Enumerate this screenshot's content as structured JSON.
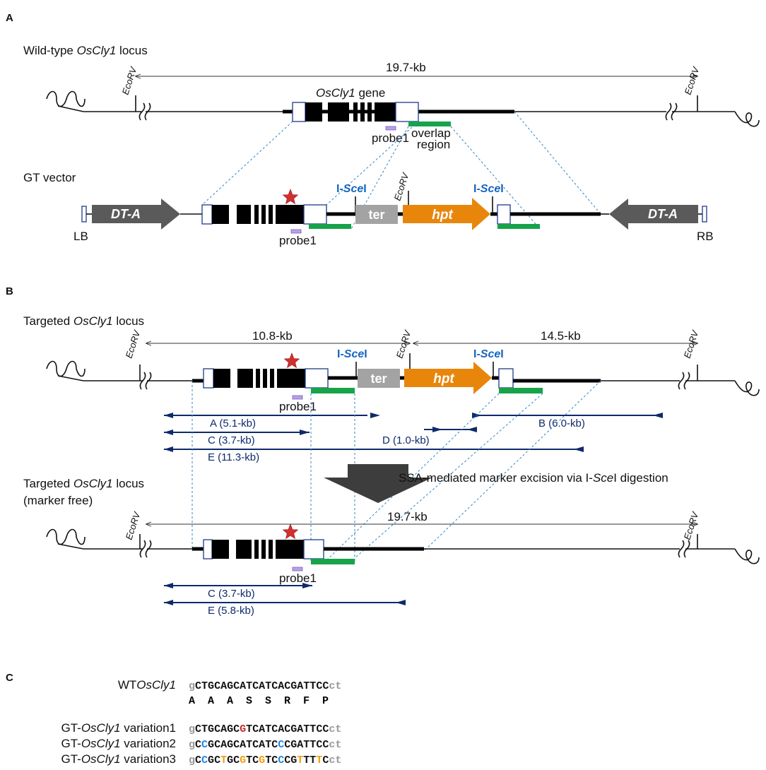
{
  "panels": {
    "a": "A",
    "b": "B",
    "c": "C"
  },
  "restriction_site": "EcoRV",
  "wt_locus": {
    "prefix": "Wild-type ",
    "gene": "OsCly1",
    "suffix": " locus",
    "size": "19.7-kb",
    "gene_label_gene": "OsCly1",
    "gene_label_suffix": " gene",
    "probe": "probe1",
    "overlap_1": "overlap",
    "overlap_2": "region"
  },
  "gt_vector": {
    "title": "GT vector",
    "dta": "DT-A",
    "lb": "LB",
    "rb": "RB",
    "sce_1": "I-",
    "sce_2": "Sce",
    "sce_3": "I",
    "ter": "ter",
    "hpt": "hpt",
    "probe": "probe1"
  },
  "targeted": {
    "prefix": "Targeted ",
    "gene": "OsCly1",
    "suffix": " locus",
    "size_left": "10.8-kb",
    "size_right": "14.5-kb",
    "probe": "probe1"
  },
  "primers": {
    "a": "A (5.1-kb)",
    "b": "B (6.0-kb)",
    "c": "C (3.7-kb)",
    "d": "D (1.0-kb)",
    "e": "E (11.3-kb)",
    "c2": "C (3.7-kb)",
    "e2": "E (5.8-kb)"
  },
  "excision": {
    "pre": "SSA-mediated marker excision via I-",
    "it": "Sce",
    "post": "I digestion"
  },
  "marker_free": {
    "line1_prefix": "Targeted ",
    "line1_gene": "OsCly1",
    "line1_suffix": " locus",
    "line2": "(marker free)",
    "size": "19.7-kb",
    "probe": "probe1"
  },
  "sequences": {
    "wt_label_prefix": "WT",
    "wt_label_gene": "OsCly1",
    "var_prefix": "GT-",
    "var_gene": "OsCly1",
    "rows": [
      {
        "suffix": "",
        "seq": "gCTGCAGCATCATCACGATTCCct"
      },
      {
        "suffix": " variation1",
        "seq": "gCTGCAGCGTCATCACGATTCCct"
      },
      {
        "suffix": " variation2",
        "seq": "gCCGCAGCATCATCCCGATTCCct"
      },
      {
        "suffix": " variation3",
        "seq": "gCCGCTGCGTCGTCCCGTTTTCct"
      }
    ],
    "amino_acids": "A  A  A  S  S  R  F  P"
  },
  "colors": {
    "exon": "#000000",
    "ter": "#a3a3a3",
    "hpt": "#e8860c",
    "dta": "#5a5a5a",
    "overlap": "#16a34a",
    "probe": "#b9a0e8",
    "sce": "#1565c0",
    "primer": "#0f2a6b",
    "star": "#d32f2f",
    "mut_red": "#c62828",
    "mut_blue": "#1e88e5",
    "mut_orange": "#f29d0c",
    "flank": "#999999"
  }
}
